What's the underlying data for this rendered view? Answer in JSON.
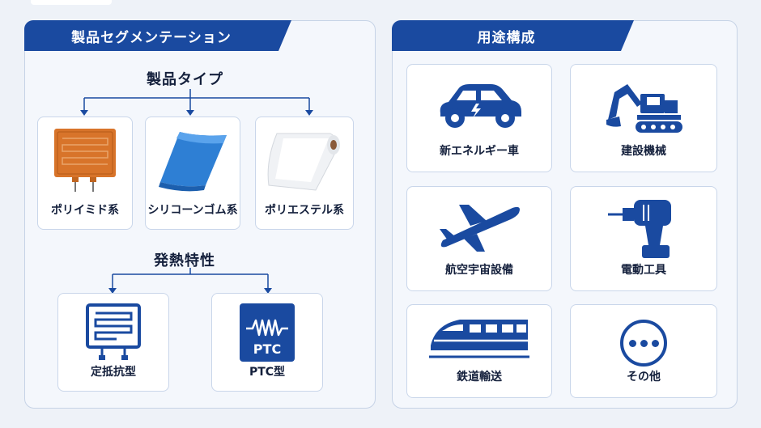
{
  "segmentation": {
    "title": "製品セグメンテーション",
    "product_type": {
      "title": "製品タイプ",
      "items": [
        {
          "label": "ポリイミド系",
          "icon": "polyimide-heater-icon"
        },
        {
          "label": "シリコーンゴム系",
          "icon": "silicone-sheet-icon"
        },
        {
          "label": "ポリエステル系",
          "icon": "polyester-film-roll-icon"
        }
      ]
    },
    "heating": {
      "title": "発熱特性",
      "items": [
        {
          "label": "定抵抗型",
          "icon": "resistor-circuit-icon"
        },
        {
          "label": "PTC型",
          "icon": "ptc-icon",
          "badge": "PTC"
        }
      ]
    }
  },
  "applications": {
    "title": "用途構成",
    "items": [
      {
        "label": "新エネルギー車",
        "icon": "electric-car-icon"
      },
      {
        "label": "建設機械",
        "icon": "excavator-icon"
      },
      {
        "label": "航空宇宙設備",
        "icon": "airplane-icon"
      },
      {
        "label": "電動工具",
        "icon": "power-drill-icon"
      },
      {
        "label": "鉄道輸送",
        "icon": "train-icon"
      },
      {
        "label": "その他",
        "icon": "more-dots-icon"
      }
    ]
  },
  "colors": {
    "brand": "#1a4aa0",
    "heater_orange": "#d8742a",
    "silicone_blue": "#2e7fd4"
  }
}
